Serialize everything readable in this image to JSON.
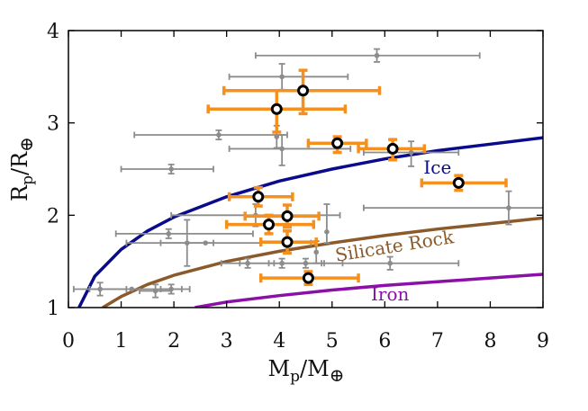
{
  "chart_data": {
    "type": "scatter",
    "xlabel": "M_p/M_⊕",
    "ylabel": "R_p/R_⊕",
    "xlabel_parts": {
      "main": "M",
      "sub": "p",
      "rest": "/M",
      "symbol": "⊕"
    },
    "ylabel_parts": {
      "main": "R",
      "sub": "p",
      "rest": "/R",
      "symbol": "⊕"
    },
    "xlim": [
      0,
      9
    ],
    "ylim": [
      1,
      4
    ],
    "xticks": [
      "0",
      "1",
      "2",
      "3",
      "4",
      "5",
      "6",
      "7",
      "8",
      "9"
    ],
    "yticks": [
      "1",
      "2",
      "3",
      "4"
    ],
    "grid": false,
    "legend": "none",
    "colors": {
      "highlight": "#f5901e",
      "background_points": "#8c8c8c",
      "ice": "#0a0a8c",
      "silicate": "#8b5a2b",
      "iron": "#8a10a8"
    },
    "curves": [
      {
        "name": "Ice",
        "x": [
          0.2,
          0.5,
          1,
          1.5,
          2,
          3,
          4,
          5,
          6,
          7,
          8,
          9
        ],
        "y": [
          1.0,
          1.34,
          1.63,
          1.83,
          1.98,
          2.2,
          2.37,
          2.5,
          2.61,
          2.7,
          2.77,
          2.84
        ]
      },
      {
        "name": "Silicate Rock",
        "x": [
          0.65,
          1,
          1.5,
          2,
          3,
          4,
          5,
          6,
          7,
          8,
          9
        ],
        "y": [
          1.0,
          1.12,
          1.25,
          1.35,
          1.5,
          1.61,
          1.7,
          1.78,
          1.85,
          1.91,
          1.97
        ]
      },
      {
        "name": "Iron",
        "x": [
          2.4,
          3,
          4,
          5,
          6,
          7,
          8,
          9
        ],
        "y": [
          1.0,
          1.06,
          1.13,
          1.19,
          1.24,
          1.28,
          1.32,
          1.36
        ]
      }
    ],
    "series": [
      {
        "points": [
          {
            "x": 4.45,
            "y": 3.35,
            "xerr": [
              1.5,
              1.45
            ],
            "yerr": [
              0.25,
              0.22
            ]
          },
          {
            "x": 3.95,
            "y": 3.15,
            "xerr": [
              1.3,
              1.3
            ],
            "yerr": [
              0.25,
              0.2
            ]
          },
          {
            "x": 5.1,
            "y": 2.78,
            "xerr": [
              0.55,
              0.55
            ],
            "yerr": [
              0.1,
              0.07
            ]
          },
          {
            "x": 6.15,
            "y": 2.72,
            "xerr": [
              0.65,
              0.6
            ],
            "yerr": [
              0.12,
              0.1
            ]
          },
          {
            "x": 7.4,
            "y": 2.35,
            "xerr": [
              0.7,
              0.9
            ],
            "yerr": [
              0.08,
              0.08
            ]
          },
          {
            "x": 3.6,
            "y": 2.2,
            "xerr": [
              0.55,
              0.65
            ],
            "yerr": [
              0.1,
              0.1
            ]
          },
          {
            "x": 4.15,
            "y": 1.99,
            "xerr": [
              0.8,
              0.6
            ],
            "yerr": [
              0.12,
              0.12
            ]
          },
          {
            "x": 3.8,
            "y": 1.9,
            "xerr": [
              0.8,
              0.85
            ],
            "yerr": [
              0.1,
              0.1
            ]
          },
          {
            "x": 4.15,
            "y": 1.71,
            "xerr": [
              0.5,
              0.55
            ],
            "yerr": [
              0.12,
              0.12
            ]
          },
          {
            "x": 4.55,
            "y": 1.32,
            "xerr": [
              0.9,
              0.95
            ],
            "yerr": [
              0.07,
              0.07
            ]
          }
        ]
      },
      {
        "points": [
          {
            "x": 5.85,
            "y": 3.73,
            "xerr": [
              2.3,
              1.95
            ],
            "yerr": [
              0.07,
              0.07
            ]
          },
          {
            "x": 4.05,
            "y": 3.5,
            "xerr": [
              1.0,
              1.25
            ],
            "yerr": [
              0.14,
              0.14
            ]
          },
          {
            "x": 2.85,
            "y": 2.87,
            "xerr": [
              1.6,
              1.3
            ],
            "yerr": [
              0.05,
              0.05
            ]
          },
          {
            "x": 3.95,
            "y": 2.85,
            "xerr": [
              0.0,
              0.0
            ],
            "yerr": [
              0.12,
              0.12
            ]
          },
          {
            "x": 4.05,
            "y": 2.72,
            "xerr": [
              1.0,
              1.3
            ],
            "yerr": [
              0.18,
              0.15
            ]
          },
          {
            "x": 1.95,
            "y": 2.5,
            "xerr": [
              0.95,
              0.8
            ],
            "yerr": [
              0.05,
              0.05
            ]
          },
          {
            "x": 6.5,
            "y": 2.68,
            "xerr": [
              0.9,
              0.9
            ],
            "yerr": [
              0.15,
              0.12
            ]
          },
          {
            "x": 8.35,
            "y": 2.08,
            "xerr": [
              2.75,
              1.3
            ],
            "yerr": [
              0.18,
              0.18
            ]
          },
          {
            "x": 3.55,
            "y": 2.0,
            "xerr": [
              1.6,
              1.6
            ],
            "yerr": [
              0.12,
              0.12
            ]
          },
          {
            "x": 4.9,
            "y": 1.82,
            "xerr": [
              0.0,
              0.0
            ],
            "yerr": [
              0.12,
              0.3
            ]
          },
          {
            "x": 1.9,
            "y": 1.8,
            "xerr": [
              1.0,
              1.6
            ],
            "yerr": [
              0.05,
              0.05
            ]
          },
          {
            "x": 2.25,
            "y": 1.7,
            "xerr": [
              0.5,
              0.5
            ],
            "yerr": [
              0.25,
              0.25
            ]
          },
          {
            "x": 2.6,
            "y": 1.7,
            "xerr": [
              1.5,
              2.0
            ],
            "yerr": [
              0.0,
              0.0
            ]
          },
          {
            "x": 3.4,
            "y": 1.48,
            "xerr": [
              0.5,
              0.5
            ],
            "yerr": [
              0.05,
              0.05
            ]
          },
          {
            "x": 4.05,
            "y": 1.48,
            "xerr": [
              0.8,
              0.8
            ],
            "yerr": [
              0.05,
              0.05
            ]
          },
          {
            "x": 4.5,
            "y": 1.48,
            "xerr": [
              0.7,
              0.7
            ],
            "yerr": [
              0.05,
              0.05
            ]
          },
          {
            "x": 4.7,
            "y": 1.6,
            "xerr": [
              0.0,
              0.0
            ],
            "yerr": [
              0.12,
              0.12
            ]
          },
          {
            "x": 6.1,
            "y": 1.48,
            "xerr": [
              1.3,
              1.3
            ],
            "yerr": [
              0.07,
              0.07
            ]
          },
          {
            "x": 0.6,
            "y": 1.2,
            "xerr": [
              0.5,
              0.5
            ],
            "yerr": [
              0.07,
              0.07
            ]
          },
          {
            "x": 1.2,
            "y": 1.2,
            "xerr": [
              0.8,
              1.1
            ],
            "yerr": [
              0.0,
              0.0
            ]
          },
          {
            "x": 1.65,
            "y": 1.18,
            "xerr": [
              0.3,
              0.3
            ],
            "yerr": [
              0.07,
              0.07
            ]
          },
          {
            "x": 1.95,
            "y": 1.2,
            "xerr": [
              0.2,
              0.2
            ],
            "yerr": [
              0.05,
              0.05
            ]
          }
        ]
      }
    ]
  }
}
